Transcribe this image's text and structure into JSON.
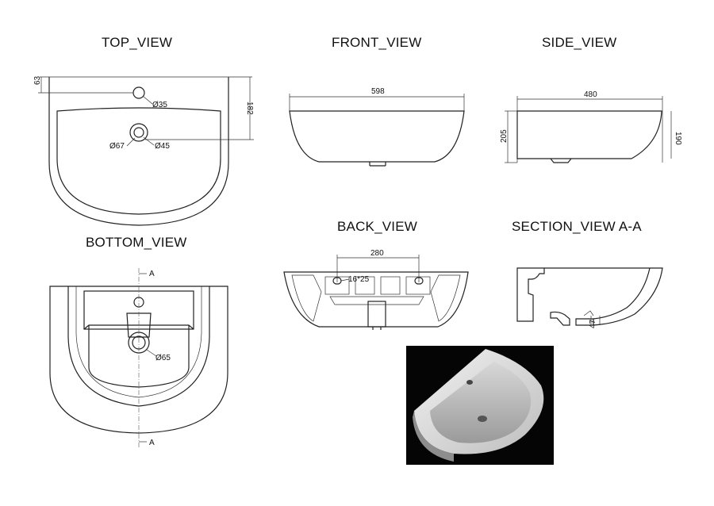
{
  "views": {
    "top": "TOP_VIEW",
    "front": "FRONT_VIEW",
    "side": "SIDE_VIEW",
    "bottom": "BOTTOM_VIEW",
    "back": "BACK_VIEW",
    "section": "SECTION_VIEW  A-A"
  },
  "dimensions": {
    "top_63": "63",
    "top_182": "182",
    "top_d35": "Ø35",
    "top_d67": "Ø67",
    "top_d45": "Ø45",
    "front_598": "598",
    "side_480": "480",
    "side_205": "205",
    "side_190": "190",
    "bottom_d65": "Ø65",
    "bottom_a_top": "A",
    "bottom_a_bottom": "A",
    "back_280": "280",
    "back_16x25": "16*25",
    "section_47": "47"
  }
}
